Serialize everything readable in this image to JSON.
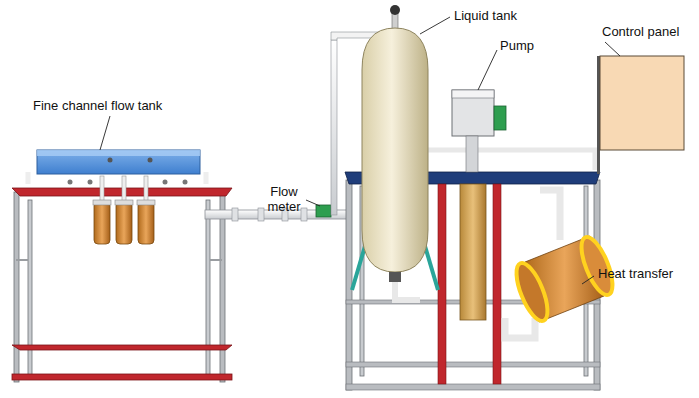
{
  "diagram": {
    "labels": [
      "Fine channel flow tank",
      "Flow meter",
      "Liquid tank",
      "Pump",
      "Control panel",
      "Heat transfer"
    ]
  }
}
